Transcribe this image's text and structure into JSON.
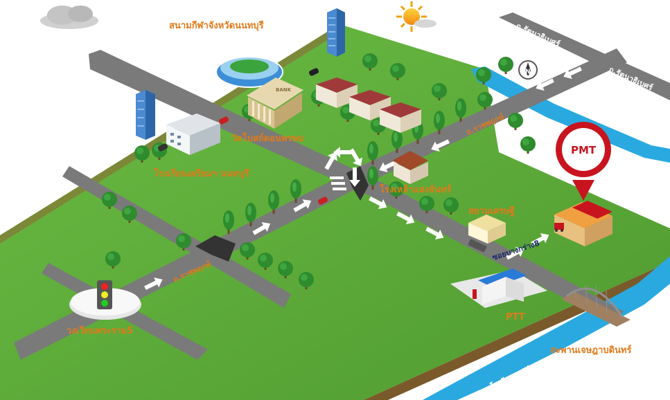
{
  "map": {
    "labels": {
      "stadium": "สนามกีฬาจังหวัดนนทบุรี",
      "temple": "วัดโบสถ์ดอนพรหม",
      "school": "โรงเรียนเตรียมฯ นนทบุรี",
      "brewery": "โรงเหล้าแสงจันทร์",
      "siam": "สยามเศรษฐี",
      "ptt": "PTT",
      "bridge": "สะพานเจษฎาบดินทร์",
      "river": "แม่น้ำเจ้าพระยา",
      "roundabout": "วงเวียนพระราม5",
      "soi": "ซอยบางกร่าง8",
      "road_ratchaphruek_1": "ถ.ราชพฤกษ์",
      "road_ratchaphruek_2": "ถ.ราชพฤกษ์",
      "road_rattanathibet_1": "ถ.รัตนาธิเบศร์",
      "road_rattanathibet_2": "ถ.รัตนาธิเบศร์",
      "pin": "PMT",
      "compass": "N",
      "bank_sign": "BANK"
    },
    "colors": {
      "grass": "#5aa83a",
      "grass_edge": "#7a5a2a",
      "road": "#7a7a7a",
      "river": "#2aa9e0",
      "label": "#e07a1a",
      "pin": "#c8141e"
    }
  }
}
